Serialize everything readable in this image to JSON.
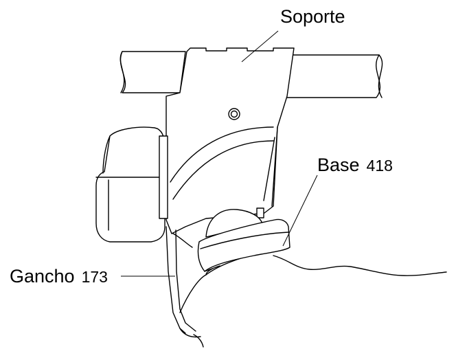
{
  "labels": {
    "soporte": "Soporte",
    "base": "Base",
    "base_number": "418",
    "gancho": "Gancho",
    "gancho_number": "173"
  },
  "colors": {
    "line": "#000000",
    "background": "#ffffff"
  }
}
